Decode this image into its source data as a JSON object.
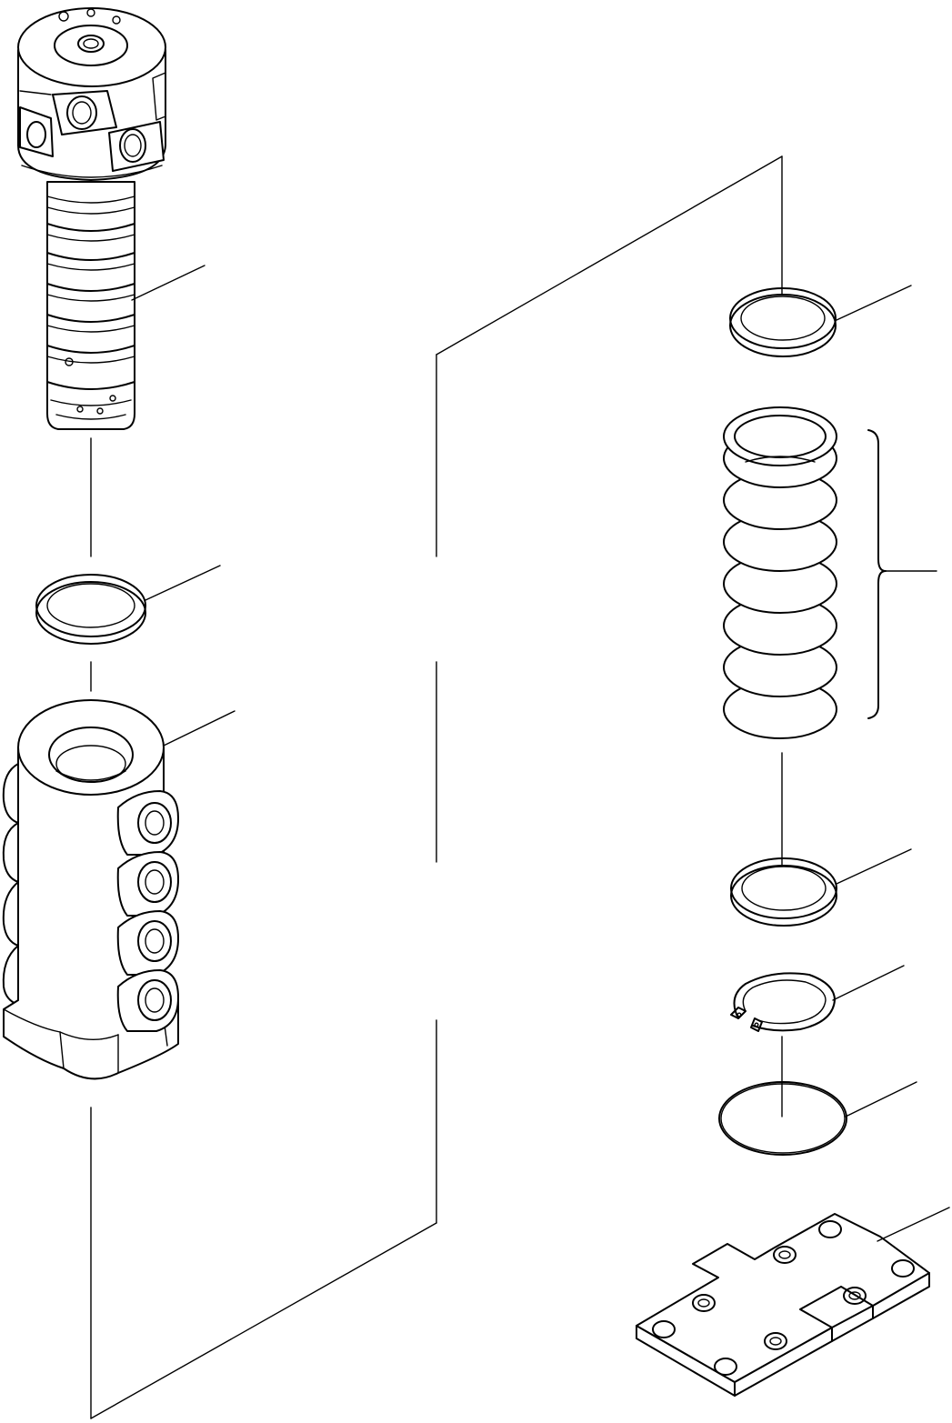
{
  "diagram": {
    "stroke_color": "#000000",
    "background_color": "#ffffff",
    "parts": [
      "valve-head-spool",
      "seal-ring-left",
      "valve-body",
      "seal-ring-top-right",
      "spring-stack",
      "seal-ring-lower-right",
      "snap-ring",
      "o-ring",
      "cover-plate"
    ]
  }
}
